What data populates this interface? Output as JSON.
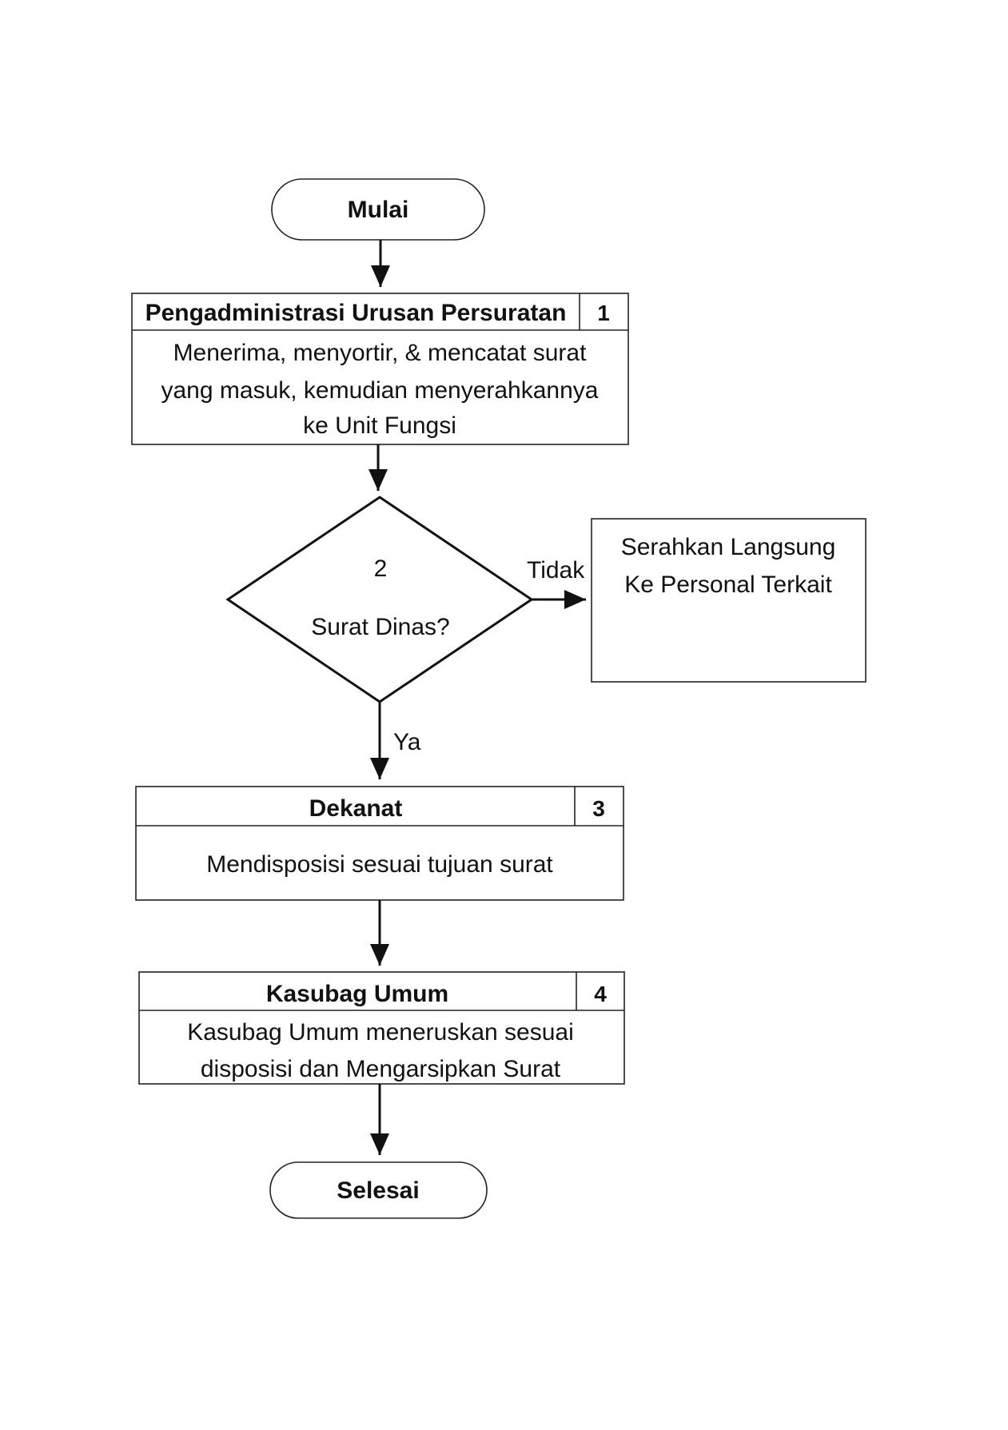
{
  "flowchart": {
    "start": {
      "label": "Mulai"
    },
    "step1": {
      "title": "Pengadministrasi Urusan Persuratan",
      "number": "1",
      "lines": [
        "Menerima, menyortir, & mencatat surat",
        "yang masuk, kemudian menyerahkannya",
        "ke Unit Fungsi"
      ]
    },
    "decision": {
      "number": "2",
      "question": "Surat Dinas?",
      "no_label": "Tidak",
      "yes_label": "Ya"
    },
    "side_box": {
      "lines": [
        "Serahkan Langsung",
        "Ke Personal Terkait"
      ]
    },
    "step3": {
      "title": "Dekanat",
      "number": "3",
      "lines": [
        "Mendisposisi sesuai tujuan surat"
      ]
    },
    "step4": {
      "title": "Kasubag Umum",
      "number": "4",
      "lines": [
        "Kasubag Umum meneruskan sesuai",
        "disposisi dan Mengarsipkan Surat"
      ]
    },
    "end": {
      "label": "Selesai"
    }
  }
}
